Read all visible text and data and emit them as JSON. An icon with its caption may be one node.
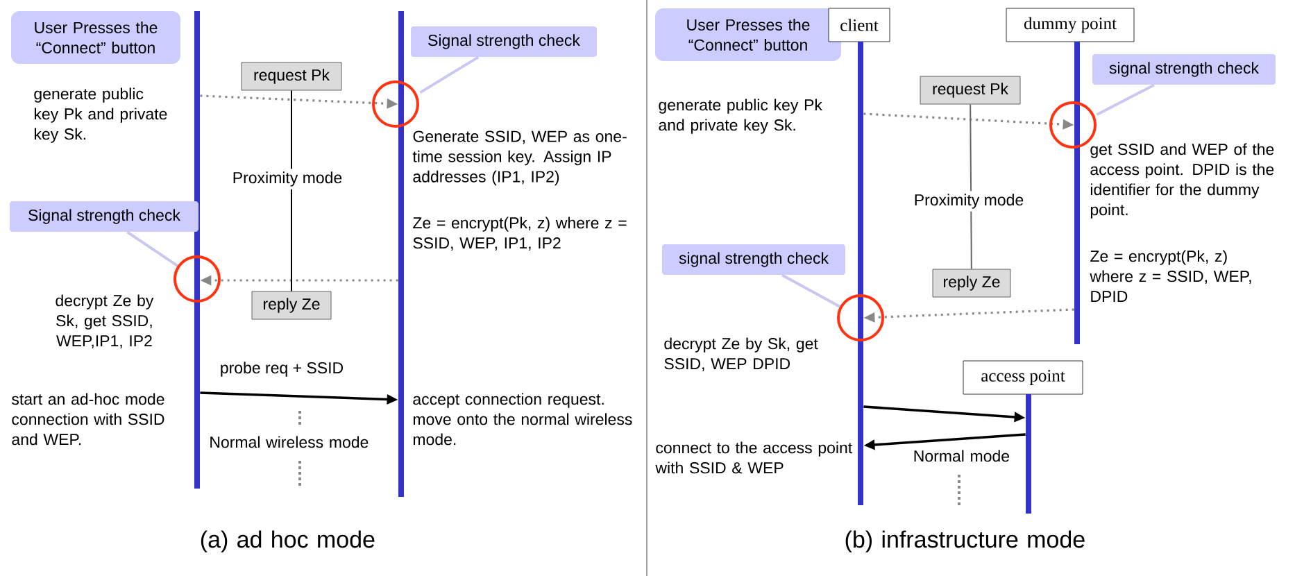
{
  "diagram": {
    "nodes": [
      {
        "text": [
          "User Presses the “Connect” button"
        ]
      },
      {
        "text": [],
        "shape": "bar"
      },
      {
        "text": [],
        "shape": "bar"
      },
      {
        "text": [
          "Signal strength check"
        ]
      },
      {
        "text": [
          "request Pk"
        ]
      },
      {
        "text": [
          "reply Ze"
        ]
      },
      {
        "text": [
          "Signal strength check"
        ]
      },
      {
        "text": [
          "User Presses the “Connect” button"
        ]
      },
      {
        "text": [
          "client"
        ]
      },
      {
        "text": [
          "dummy point"
        ]
      },
      {
        "text": [],
        "shape": "bar"
      },
      {
        "text": [],
        "shape": "bar"
      },
      {
        "text": [
          "signal strength check"
        ]
      },
      {
        "text": [
          "request Pk"
        ]
      },
      {
        "text": [
          "reply Ze"
        ]
      },
      {
        "text": [
          "signal strength check"
        ]
      },
      {
        "text": [
          "access point"
        ]
      },
      {
        "text": [],
        "shape": "bar"
      }
    ],
    "edges": [
      {
        "from": 1,
        "to": 2,
        "arrow": "to",
        "style": "dashed",
        "color": "#888888"
      },
      {
        "from": 2,
        "to": 1,
        "arrow": "to",
        "style": "dashed",
        "color": "#888888"
      },
      {
        "from": 4,
        "to": 5,
        "arrow": "none",
        "label": "Proximity mode",
        "color": "#000000"
      },
      {
        "from": 3,
        "to": 2,
        "arrow": "none",
        "color": "#c8c8f0"
      },
      {
        "from": 6,
        "to": 1,
        "arrow": "none",
        "color": "#c8c8f0"
      },
      {
        "from": 1,
        "to": 2,
        "arrow": "to",
        "label": "probe req + SSID",
        "color": "#000000"
      },
      {
        "from": 10,
        "to": 11,
        "arrow": "to",
        "style": "dashed",
        "color": "#888888"
      },
      {
        "from": 11,
        "to": 10,
        "arrow": "to",
        "style": "dashed",
        "color": "#888888"
      },
      {
        "from": 13,
        "to": 14,
        "arrow": "none",
        "label": "Proximity mode",
        "color": "#666666"
      },
      {
        "from": 12,
        "to": 11,
        "arrow": "none",
        "color": "#c8c8f0"
      },
      {
        "from": 15,
        "to": 10,
        "arrow": "none",
        "color": "#c8c8f0"
      },
      {
        "from": 10,
        "to": 17,
        "arrow": "to",
        "color": "#000000"
      },
      {
        "from": 17,
        "to": 10,
        "arrow": "to",
        "color": "#000000"
      }
    ],
    "labels": [
      "generate public key Pk and private key Sk.",
      "Generate SSID, WEP as one-time session key. Assign IP addresses (IP1, IP2)",
      "Ze = encrypt(Pk, z) where z = SSID, WEP, IP1, IP2",
      "decrypt Ze by Sk, get SSID, WEP,IP1, IP2",
      "start an ad-hoc mode connection with SSID and WEP.",
      "accept connection request. move onto the normal wireless mode.",
      "Normal wireless mode",
      "(a) ad hoc mode",
      "generate public key Pk and private key Sk.",
      "get SSID and WEP of the access point. DPID is the identifier for the dummy point.",
      "Ze = encrypt(Pk, z) where z = SSID, WEP, DPID",
      "decrypt Ze by Sk, get SSID, WEP DPID",
      "connect to the access point with SSID & WEP",
      "Normal mode",
      "(b) infrastructure mode"
    ]
  }
}
